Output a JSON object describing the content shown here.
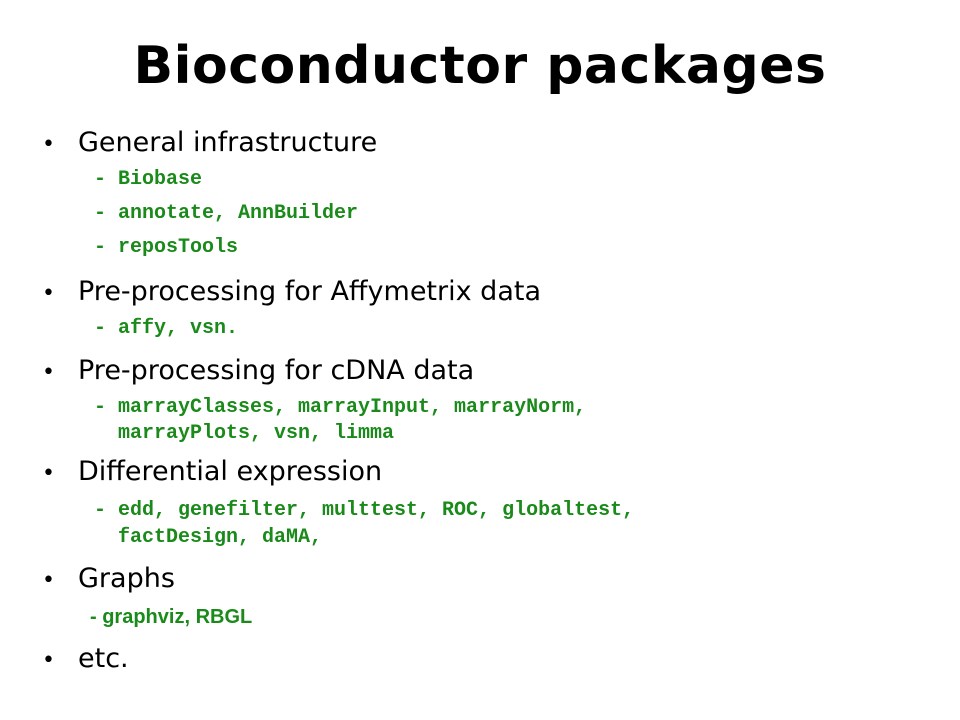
{
  "title": "Bioconductor packages",
  "bullets": [
    {
      "label": "General infrastructure",
      "subs": [
        "- Biobase",
        "- annotate, AnnBuilder",
        "- reposTools"
      ]
    },
    {
      "label": "Pre-processing for Affymetrix data",
      "subs": [
        "- affy, vsn."
      ]
    },
    {
      "label": "Pre-processing for cDNA data",
      "subs": [
        "- marrayClasses, marrayInput, marrayNorm,",
        "  marrayPlots, vsn, limma"
      ]
    },
    {
      "label": "Differential expression",
      "subs": [
        "- edd, genefilter, multtest, ROC, globaltest,",
        "  factDesign, daMA,"
      ]
    },
    {
      "label": "Graphs",
      "subs": [
        "- graphviz, RBGL"
      ]
    },
    {
      "label": "etc.",
      "subs": []
    }
  ],
  "bullet_symbol": "•",
  "colors": {
    "text": "#000000",
    "package": "#1a8a1a",
    "background": "#ffffff"
  }
}
